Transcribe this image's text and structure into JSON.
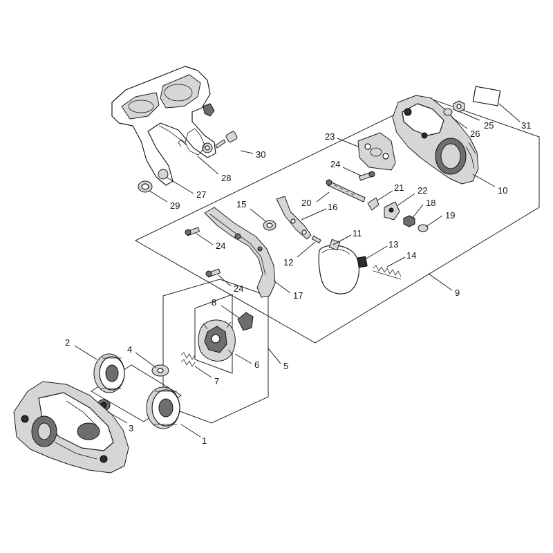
{
  "callouts": [
    {
      "id": "1",
      "text": "1"
    },
    {
      "id": "2",
      "text": "2"
    },
    {
      "id": "3",
      "text": "3"
    },
    {
      "id": "4",
      "text": "4"
    },
    {
      "id": "5",
      "text": "5"
    },
    {
      "id": "6",
      "text": "6"
    },
    {
      "id": "7",
      "text": "7"
    },
    {
      "id": "8",
      "text": "8"
    },
    {
      "id": "9",
      "text": "9"
    },
    {
      "id": "10",
      "text": "10"
    },
    {
      "id": "11",
      "text": "11"
    },
    {
      "id": "12",
      "text": "12"
    },
    {
      "id": "13",
      "text": "13"
    },
    {
      "id": "14",
      "text": "14"
    },
    {
      "id": "15",
      "text": "15"
    },
    {
      "id": "16",
      "text": "16"
    },
    {
      "id": "17",
      "text": "17"
    },
    {
      "id": "18",
      "text": "18"
    },
    {
      "id": "19",
      "text": "19"
    },
    {
      "id": "20",
      "text": "20"
    },
    {
      "id": "21",
      "text": "21"
    },
    {
      "id": "22",
      "text": "22"
    },
    {
      "id": "23",
      "text": "23"
    },
    {
      "id": "24a",
      "text": "24"
    },
    {
      "id": "24b",
      "text": "24"
    },
    {
      "id": "24c",
      "text": "24"
    },
    {
      "id": "25",
      "text": "25"
    },
    {
      "id": "26",
      "text": "26"
    },
    {
      "id": "27",
      "text": "27"
    },
    {
      "id": "28",
      "text": "28"
    },
    {
      "id": "29",
      "text": "29"
    },
    {
      "id": "30",
      "text": "30"
    },
    {
      "id": "31",
      "text": "31"
    }
  ]
}
